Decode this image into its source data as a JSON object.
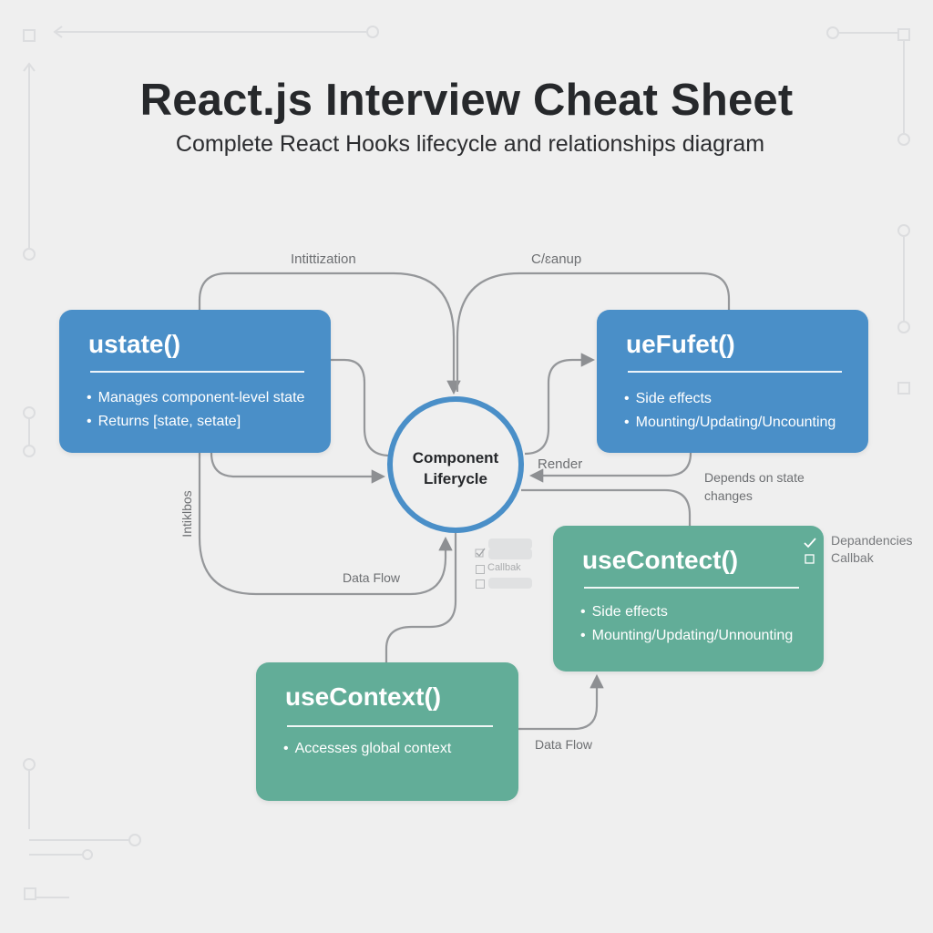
{
  "header": {
    "title": "React.js Interview Cheat Sheet",
    "subtitle": "Complete React Hooks lifecycle and relationships diagram"
  },
  "center_node": {
    "line1": "Component",
    "line2": "Liferycle",
    "ring_color": "#4a8fc8"
  },
  "hooks": [
    {
      "id": "ustate",
      "title": "ustate()",
      "color": "#4a8fc8",
      "bullets": [
        "Manages component-level state",
        "Returns [state, setate]"
      ]
    },
    {
      "id": "uefufet",
      "title": "ueFufet()",
      "color": "#4a8fc8",
      "bullets": [
        "Side effects",
        "Mounting/Updating/Uncounting"
      ]
    },
    {
      "id": "usecontect",
      "title": "useContect()",
      "color": "#62ad98",
      "bullets": [
        "Side effects",
        "Mounting/Updating/Unnounting"
      ]
    },
    {
      "id": "usecontext",
      "title": "useContext()",
      "color": "#62ad98",
      "bullets": [
        "Accesses global context"
      ]
    }
  ],
  "edge_labels": {
    "initialization": "Intittization",
    "cleanup": "C/ɛanup",
    "render": "Render",
    "depends_line1": "Depends on state",
    "depends_line2": "changes",
    "initiallbos": "Intiklbos",
    "data_flow_left": "Data Flow",
    "data_flow_bottom": "Data Flow"
  },
  "checklist_right": {
    "items": [
      {
        "label": "Depandencies",
        "checked": true
      },
      {
        "label": "Callbak",
        "checked": false
      }
    ]
  },
  "checklist_mini": {
    "items": [
      {
        "label": "",
        "checked": true
      },
      {
        "label": "Callbak",
        "checked": false
      },
      {
        "label": "",
        "checked": false
      }
    ]
  }
}
